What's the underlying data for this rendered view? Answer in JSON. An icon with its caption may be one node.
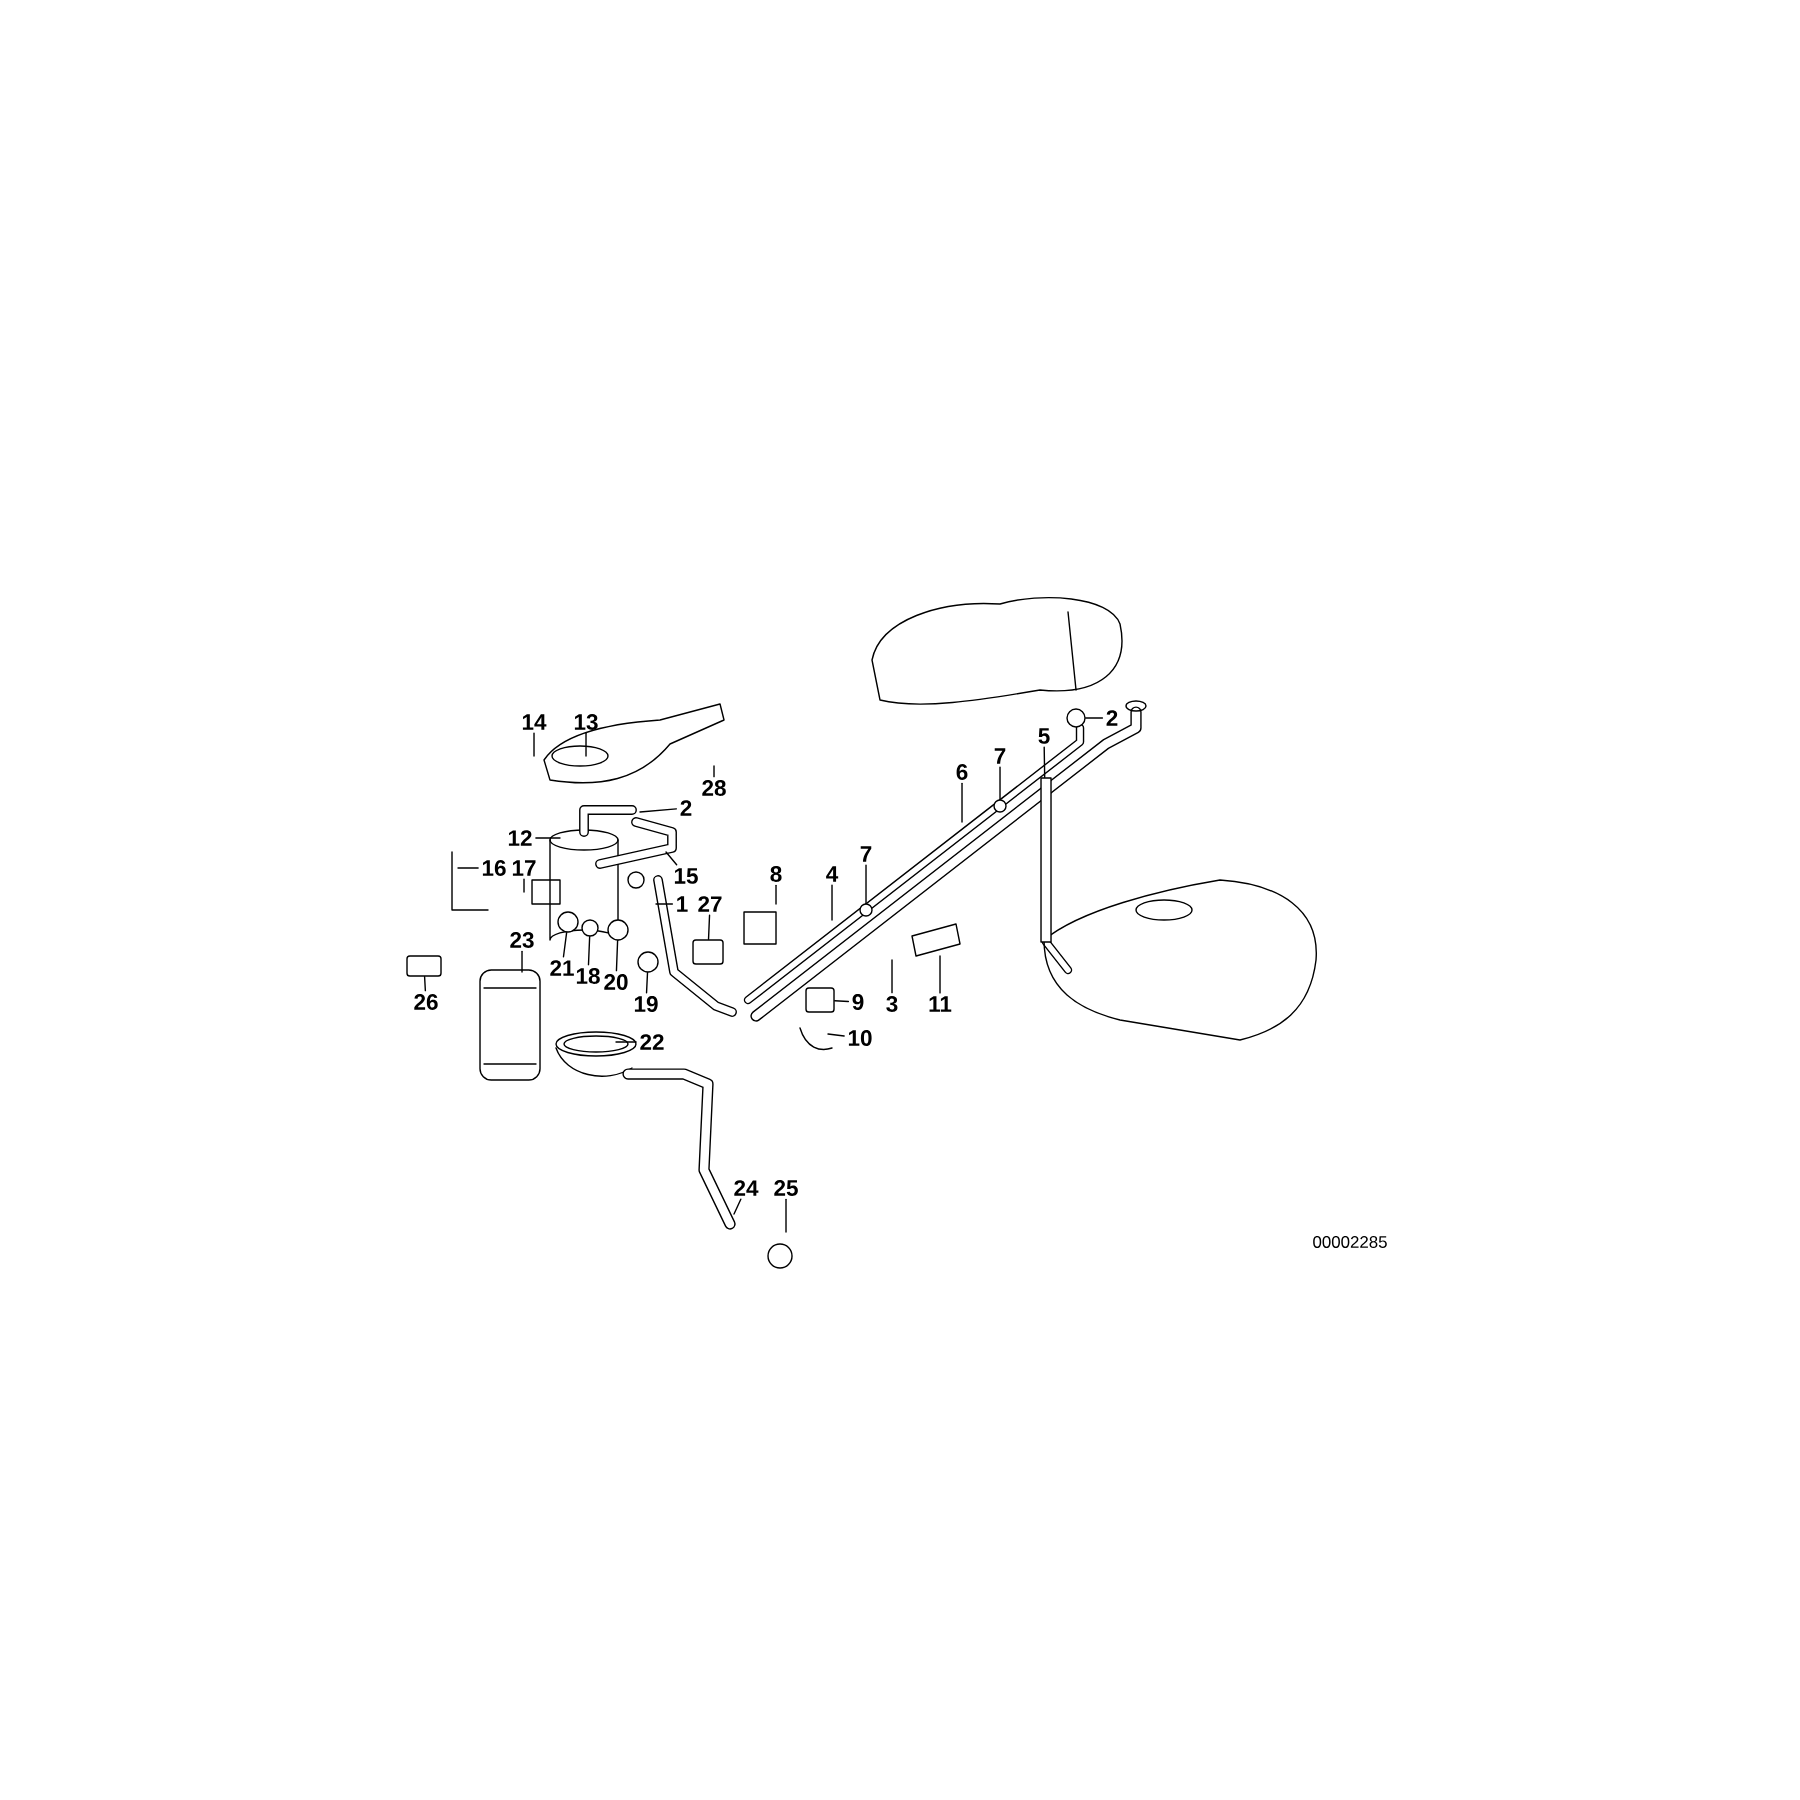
{
  "diagram": {
    "nodes": [
      {
        "text": [
          "14"
        ]
      },
      {
        "text": [
          "13"
        ]
      },
      {
        "text": [
          "28"
        ]
      },
      {
        "text": [
          "2"
        ]
      },
      {
        "text": [
          "12"
        ]
      },
      {
        "text": [
          "16"
        ]
      },
      {
        "text": [
          "17"
        ]
      },
      {
        "text": [
          "15"
        ]
      },
      {
        "text": [
          "1"
        ]
      },
      {
        "text": [
          "27"
        ]
      },
      {
        "text": [
          "23"
        ]
      },
      {
        "text": [
          "21"
        ]
      },
      {
        "text": [
          "18"
        ]
      },
      {
        "text": [
          "20"
        ]
      },
      {
        "text": [
          "19"
        ]
      },
      {
        "text": [
          "26"
        ]
      },
      {
        "text": [
          "22"
        ]
      },
      {
        "text": [
          "24"
        ]
      },
      {
        "text": [
          "25"
        ]
      },
      {
        "text": [
          "8"
        ]
      },
      {
        "text": [
          "4"
        ]
      },
      {
        "text": [
          "7"
        ]
      },
      {
        "text": [
          "6"
        ]
      },
      {
        "text": [
          "7"
        ]
      },
      {
        "text": [
          "5"
        ]
      },
      {
        "text": [
          "2"
        ]
      },
      {
        "text": [
          "9"
        ]
      },
      {
        "text": [
          "10"
        ]
      },
      {
        "text": [
          "3"
        ]
      },
      {
        "text": [
          "11"
        ]
      },
      {
        "text": [],
        "shape": "box"
      },
      {
        "text": [],
        "shape": "circle"
      },
      {
        "text": [],
        "shape": "circle"
      },
      {
        "text": [],
        "shape": "circle"
      },
      {
        "text": [],
        "shape": "circle"
      },
      {
        "text": [],
        "shape": "box"
      },
      {
        "text": [],
        "shape": "box"
      },
      {
        "text": [],
        "shape": "circle"
      },
      {
        "text": [],
        "shape": "circle"
      },
      {
        "text": [],
        "shape": "circle"
      },
      {
        "text": [],
        "shape": "bar"
      }
    ],
    "edges": [
      {
        "from": 0,
        "to": null,
        "arrow": "none"
      },
      {
        "from": 1,
        "to": null,
        "arrow": "none"
      },
      {
        "from": 2,
        "to": null,
        "arrow": "none"
      },
      {
        "from": 3,
        "to": null,
        "arrow": "none"
      },
      {
        "from": 4,
        "to": null,
        "arrow": "none"
      },
      {
        "from": 5,
        "to": null,
        "arrow": "none"
      },
      {
        "from": 6,
        "to": null,
        "arrow": "none"
      },
      {
        "from": 7,
        "to": null,
        "arrow": "none"
      },
      {
        "from": 8,
        "to": null,
        "arrow": "none"
      },
      {
        "from": 9,
        "to": 35,
        "arrow": "none"
      },
      {
        "from": 10,
        "to": null,
        "arrow": "none"
      },
      {
        "from": 11,
        "to": 31,
        "arrow": "none"
      },
      {
        "from": 12,
        "to": 32,
        "arrow": "none"
      },
      {
        "from": 13,
        "to": 33,
        "arrow": "none"
      },
      {
        "from": 14,
        "to": 34,
        "arrow": "none"
      },
      {
        "from": 15,
        "to": 30,
        "arrow": "none"
      },
      {
        "from": 16,
        "to": null,
        "arrow": "none"
      },
      {
        "from": 17,
        "to": null,
        "arrow": "none"
      },
      {
        "from": 18,
        "to": null,
        "arrow": "none"
      },
      {
        "from": 19,
        "to": null,
        "arrow": "none"
      },
      {
        "from": 20,
        "to": null,
        "arrow": "none"
      },
      {
        "from": 21,
        "to": 37,
        "arrow": "none"
      },
      {
        "from": 22,
        "to": null,
        "arrow": "none"
      },
      {
        "from": 23,
        "to": 38,
        "arrow": "none"
      },
      {
        "from": 24,
        "to": 40,
        "arrow": "none"
      },
      {
        "from": 25,
        "to": 39,
        "arrow": "none"
      },
      {
        "from": 26,
        "to": 36,
        "arrow": "none"
      },
      {
        "from": 27,
        "to": null,
        "arrow": "none"
      },
      {
        "from": 28,
        "to": null,
        "arrow": "none"
      },
      {
        "from": 29,
        "to": null,
        "arrow": "none"
      }
    ],
    "labels": [
      "00002285"
    ]
  }
}
